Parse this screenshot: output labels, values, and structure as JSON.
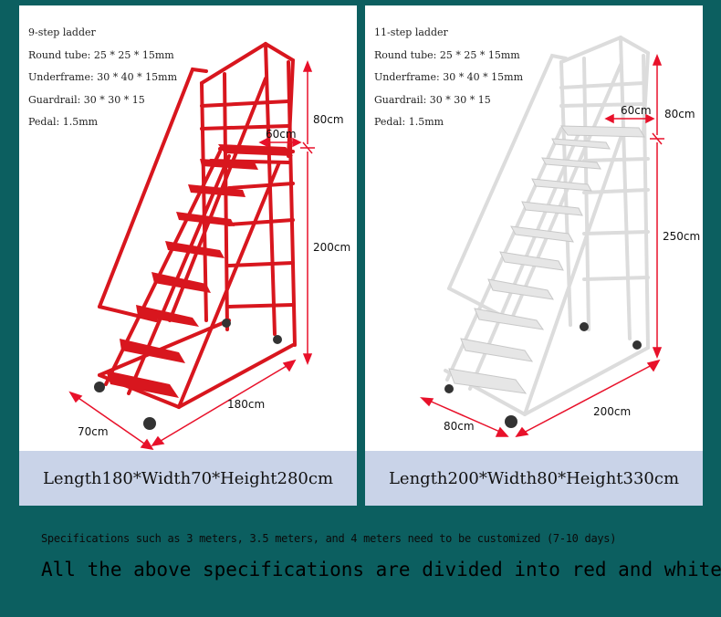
{
  "products": [
    {
      "title": "9-step ladder",
      "specs": [
        "Round tube: 25 * 25 * 15mm",
        "Underframe: 30 * 40 * 15mm",
        "Guardrail: 30 * 30 * 15",
        "Pedal: 1.5mm"
      ],
      "dims": {
        "top": "60cm",
        "rail": "80cm",
        "height": "200cm",
        "length": "180cm",
        "width": "70cm"
      },
      "caption": "Length180*Width70*Height280cm",
      "color": "#d8161e"
    },
    {
      "title": "11-step ladder",
      "specs": [
        "Round tube: 25 * 25 * 15mm",
        "Underframe: 30 * 40 * 15mm",
        "Guardrail: 30 * 30 * 15",
        "Pedal: 1.5mm"
      ],
      "dims": {
        "top": "60cm",
        "rail": "80cm",
        "height": "250cm",
        "length": "200cm",
        "width": "80cm"
      },
      "caption": "Length200*Width80*Height330cm",
      "color": "#e3e3e3"
    }
  ],
  "note": "Specifications such as 3 meters, 3.5 meters, and 4 meters need to be customized (7-10 days)",
  "banner": "All the above specifications are divided into red and white",
  "colors": {
    "background": "#0c5f60",
    "caption_bar": "#c9d3e8",
    "dimension_arrow": "#e8112a"
  }
}
